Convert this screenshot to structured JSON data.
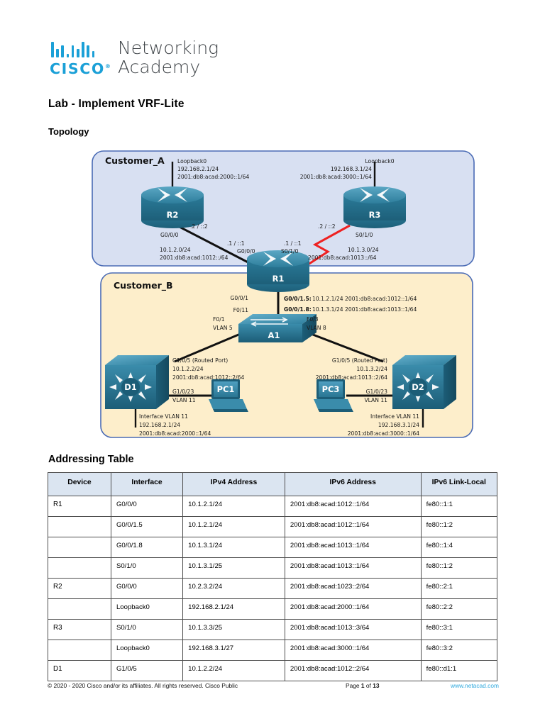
{
  "branding": {
    "cisco_word": "CISCO",
    "trademark": "®",
    "line1": "Networking",
    "line2": "Academy",
    "logo_icon": "cisco-bridge-logo",
    "accent_color": "#1ba0d7",
    "text_color": "#3f4448"
  },
  "document": {
    "lab_title": "Lab - Implement VRF-Lite",
    "topology_heading": "Topology",
    "addressing_heading": "Addressing Table"
  },
  "topology": {
    "zone_a": {
      "label": "Customer_A",
      "fill": "#d8e0f2",
      "stroke": "#4a6bb5"
    },
    "zone_b": {
      "label": "Customer_B",
      "fill": "#fdeecb",
      "stroke": "#4a6bb5"
    },
    "devices": {
      "r1": "R1",
      "r2": "R2",
      "r3": "R3",
      "a1": "A1",
      "d1": "D1",
      "d2": "D2",
      "pc1": "PC1",
      "pc3": "PC3"
    },
    "annotations": {
      "r2_loopback_l1": "Loopback0",
      "r2_loopback_l2": "192.168.2.1/24",
      "r2_loopback_l3": "2001:db8:acad:2000::1/64",
      "r3_loopback_l1": "Loopback0",
      "r3_loopback_l2": "192.168.3.1/24",
      "r3_loopback_l3": "2001:db8:acad:3000::1/64",
      "r2_link_ip": ".2 / ::2",
      "r2_link_if": "G0/0/0",
      "r1_left_ip": ".1 / ::1",
      "r1_left_if": "G0/0/0",
      "link_a_net4": "10.1.2.0/24",
      "link_a_net6": "2001:db8:acad:1012::/64",
      "r1_right_ip": ".1 / ::1",
      "r1_right_if": "S0/1/0",
      "r3_link_ip": ".2 / ::2",
      "r3_link_if": "S0/1/0",
      "link_b_net4": "10.1.3.0/24",
      "link_b_net6": "2001:db8:acad:1013::/64",
      "r1_g0011": "G0/0/1",
      "a1_f011": "F0/11",
      "subif5_name": "G0/0/1.5:",
      "subif5_rest": "10.1.2.1/24  2001:db8:acad:1012::1/64",
      "subif8_name": "G0/0/1.8:",
      "subif8_rest": "10.1.3.1/24  2001:db8:acad:1013::1/64",
      "a1_f01": "F0/1",
      "a1_vlan5": "VLAN 5",
      "a1_f03": "F0/3",
      "a1_vlan8": "VLAN 8",
      "d1_port": "G1/0/5 (Routed Port)",
      "d1_ip4": "10.1.2.2/24",
      "d1_ip6": "2001:db8:acad:1012::2/64",
      "d1_access_if": "G1/0/23",
      "d1_access_vlan": "VLAN 11",
      "d1_svi_name": "Interface VLAN 11",
      "d1_svi_ip4": "192.168.2.1/24",
      "d1_svi_ip6": "2001:db8:acad:2000::1/64",
      "d2_port": "G1/0/5 (Routed Port)",
      "d2_ip4": "10.1.3.2/24",
      "d2_ip6": "2001:db8:acad:1013::2/64",
      "d2_access_if": "G1/0/23",
      "d2_access_vlan": "VLAN 11",
      "d2_svi_name": "Interface VLAN 11",
      "d2_svi_ip4": "192.168.3.1/24",
      "d2_svi_ip6": "2001:db8:acad:3000::1/64"
    }
  },
  "addressing_table": {
    "headers": [
      "Device",
      "Interface",
      "IPv4 Address",
      "IPv6 Address",
      "IPv6 Link-Local"
    ],
    "rows": [
      {
        "device": "R1",
        "interface": "G0/0/0",
        "ipv4": "10.1.2.1/24",
        "ipv6": "2001:db8:acad:1012::1/64",
        "linklocal": "fe80::1:1"
      },
      {
        "device": "",
        "interface": "G0/0/1.5",
        "ipv4": "10.1.2.1/24",
        "ipv6": "2001:db8:acad:1012::1/64",
        "linklocal": "fe80::1:2"
      },
      {
        "device": "",
        "interface": "G0/0/1.8",
        "ipv4": "10.1.3.1/24",
        "ipv6": "2001:db8:acad:1013::1/64",
        "linklocal": "fe80::1:4"
      },
      {
        "device": "",
        "interface": "S0/1/0",
        "ipv4": "10.1.3.1/25",
        "ipv6": "2001:db8:acad:1013::1/64",
        "linklocal": "fe80::1:2"
      },
      {
        "device": "R2",
        "interface": "G0/0/0",
        "ipv4": "10.2.3.2/24",
        "ipv6": "2001:db8:acad:1023::2/64",
        "linklocal": "fe80::2:1"
      },
      {
        "device": "",
        "interface": "Loopback0",
        "ipv4": "192.168.2.1/24",
        "ipv6": "2001:db8:acad:2000::1/64",
        "linklocal": "fe80::2:2"
      },
      {
        "device": "R3",
        "interface": "S0/1/0",
        "ipv4": "10.1.3.3/25",
        "ipv6": "2001:db8:acad:1013::3/64",
        "linklocal": "fe80::3:1"
      },
      {
        "device": "",
        "interface": "Loopback0",
        "ipv4": "192.168.3.1/27",
        "ipv6": "2001:db8:acad:3000::1/64",
        "linklocal": "fe80::3:2"
      },
      {
        "device": "D1",
        "interface": "G1/0/5",
        "ipv4": "10.1.2.2/24",
        "ipv6": "2001:db8:acad:1012::2/64",
        "linklocal": "fe80::d1:1"
      }
    ]
  },
  "footer": {
    "copyright": "© 2020 - 2020 Cisco and/or its affiliates. All rights reserved. Cisco Public",
    "page_prefix": "Page ",
    "page_number": "1",
    "page_mid": " of ",
    "page_total": "13",
    "url": "www.netacad.com",
    "url_color": "#2ea8dd"
  }
}
